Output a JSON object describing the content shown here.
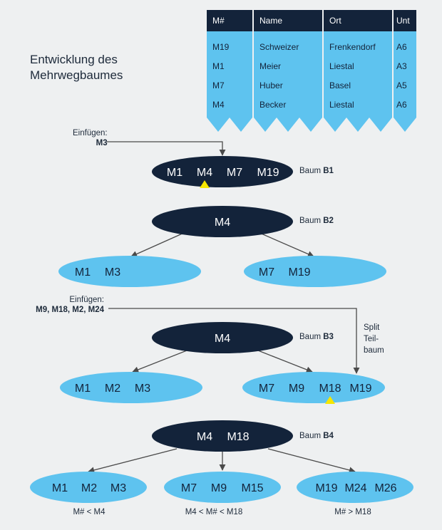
{
  "title": [
    "Entwicklung des",
    "Mehrwegbaumes"
  ],
  "table": {
    "columns": [
      {
        "header": "M#",
        "values": [
          "M19",
          "M1",
          "M7",
          "M4"
        ]
      },
      {
        "header": "Name",
        "values": [
          "Schweizer",
          "Meier",
          "Huber",
          "Becker"
        ]
      },
      {
        "header": "Ort",
        "values": [
          "Frenkendorf",
          "Liestal",
          "Basel",
          "Liestal"
        ]
      },
      {
        "header": "Unt",
        "values": [
          "A6",
          "A3",
          "A5",
          "A6"
        ]
      }
    ]
  },
  "insert1": {
    "label": "Einfügen:",
    "keys": "M3"
  },
  "insert2": {
    "label": "Einfügen:",
    "keys": "M9, M18, M2, M24"
  },
  "split_note": [
    "Split",
    "Teil-",
    "baum"
  ],
  "trees": {
    "b1": {
      "prefix": "Baum ",
      "name": "B1",
      "root": [
        "M1",
        "M4",
        "M7",
        "M19"
      ]
    },
    "b2": {
      "prefix": "Baum ",
      "name": "B2",
      "root": [
        "M4"
      ],
      "left": [
        "M1",
        "M3"
      ],
      "right": [
        "M7",
        "M19"
      ]
    },
    "b3": {
      "prefix": "Baum ",
      "name": "B3",
      "root": [
        "M4"
      ],
      "left": [
        "M1",
        "M2",
        "M3"
      ],
      "right": [
        "M7",
        "M9",
        "M18",
        "M19"
      ]
    },
    "b4": {
      "prefix": "Baum ",
      "name": "B4",
      "root": [
        "M4",
        "M18"
      ],
      "left": [
        "M1",
        "M2",
        "M3"
      ],
      "middle": [
        "M7",
        "M9",
        "M15"
      ],
      "right": [
        "M19",
        "M24",
        "M26"
      ]
    }
  },
  "ranges": [
    "M# < M4",
    "M4 < M# < M18",
    "M# > M18"
  ],
  "colors": {
    "dark": "#13233a",
    "light": "#5ec3ef",
    "marker": "#f5e600",
    "background": "#eef0f1",
    "line": "#4a4a4a"
  }
}
